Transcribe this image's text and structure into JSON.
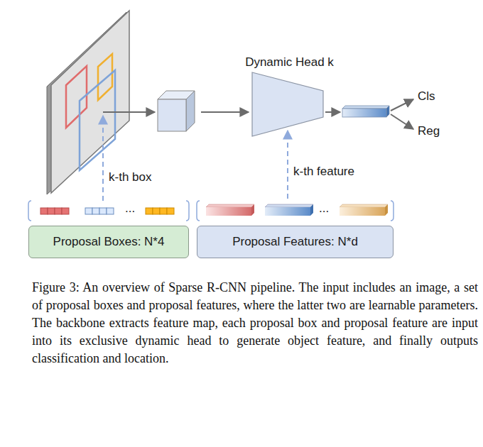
{
  "diagram": {
    "caption": "Figure 3: An overview of Sparse R-CNN pipeline. The input includes an image, a set of proposal boxes and proposal features, where the latter two are learnable parameters. The backbone extracts feature map, each proposal box and proposal feature are input into its exclusive dynamic head to generate object feature, and finally outputs classification and location.",
    "nodes": [
      {
        "text": [
          "Dynamic Head k"
        ]
      },
      {
        "text": [
          "Proposal Boxes: N*4"
        ]
      },
      {
        "text": [
          "Proposal Features: N*d"
        ]
      }
    ],
    "labels": [
      "Cls",
      "Reg",
      "k-th box",
      "k-th feature",
      "...",
      "..."
    ]
  }
}
